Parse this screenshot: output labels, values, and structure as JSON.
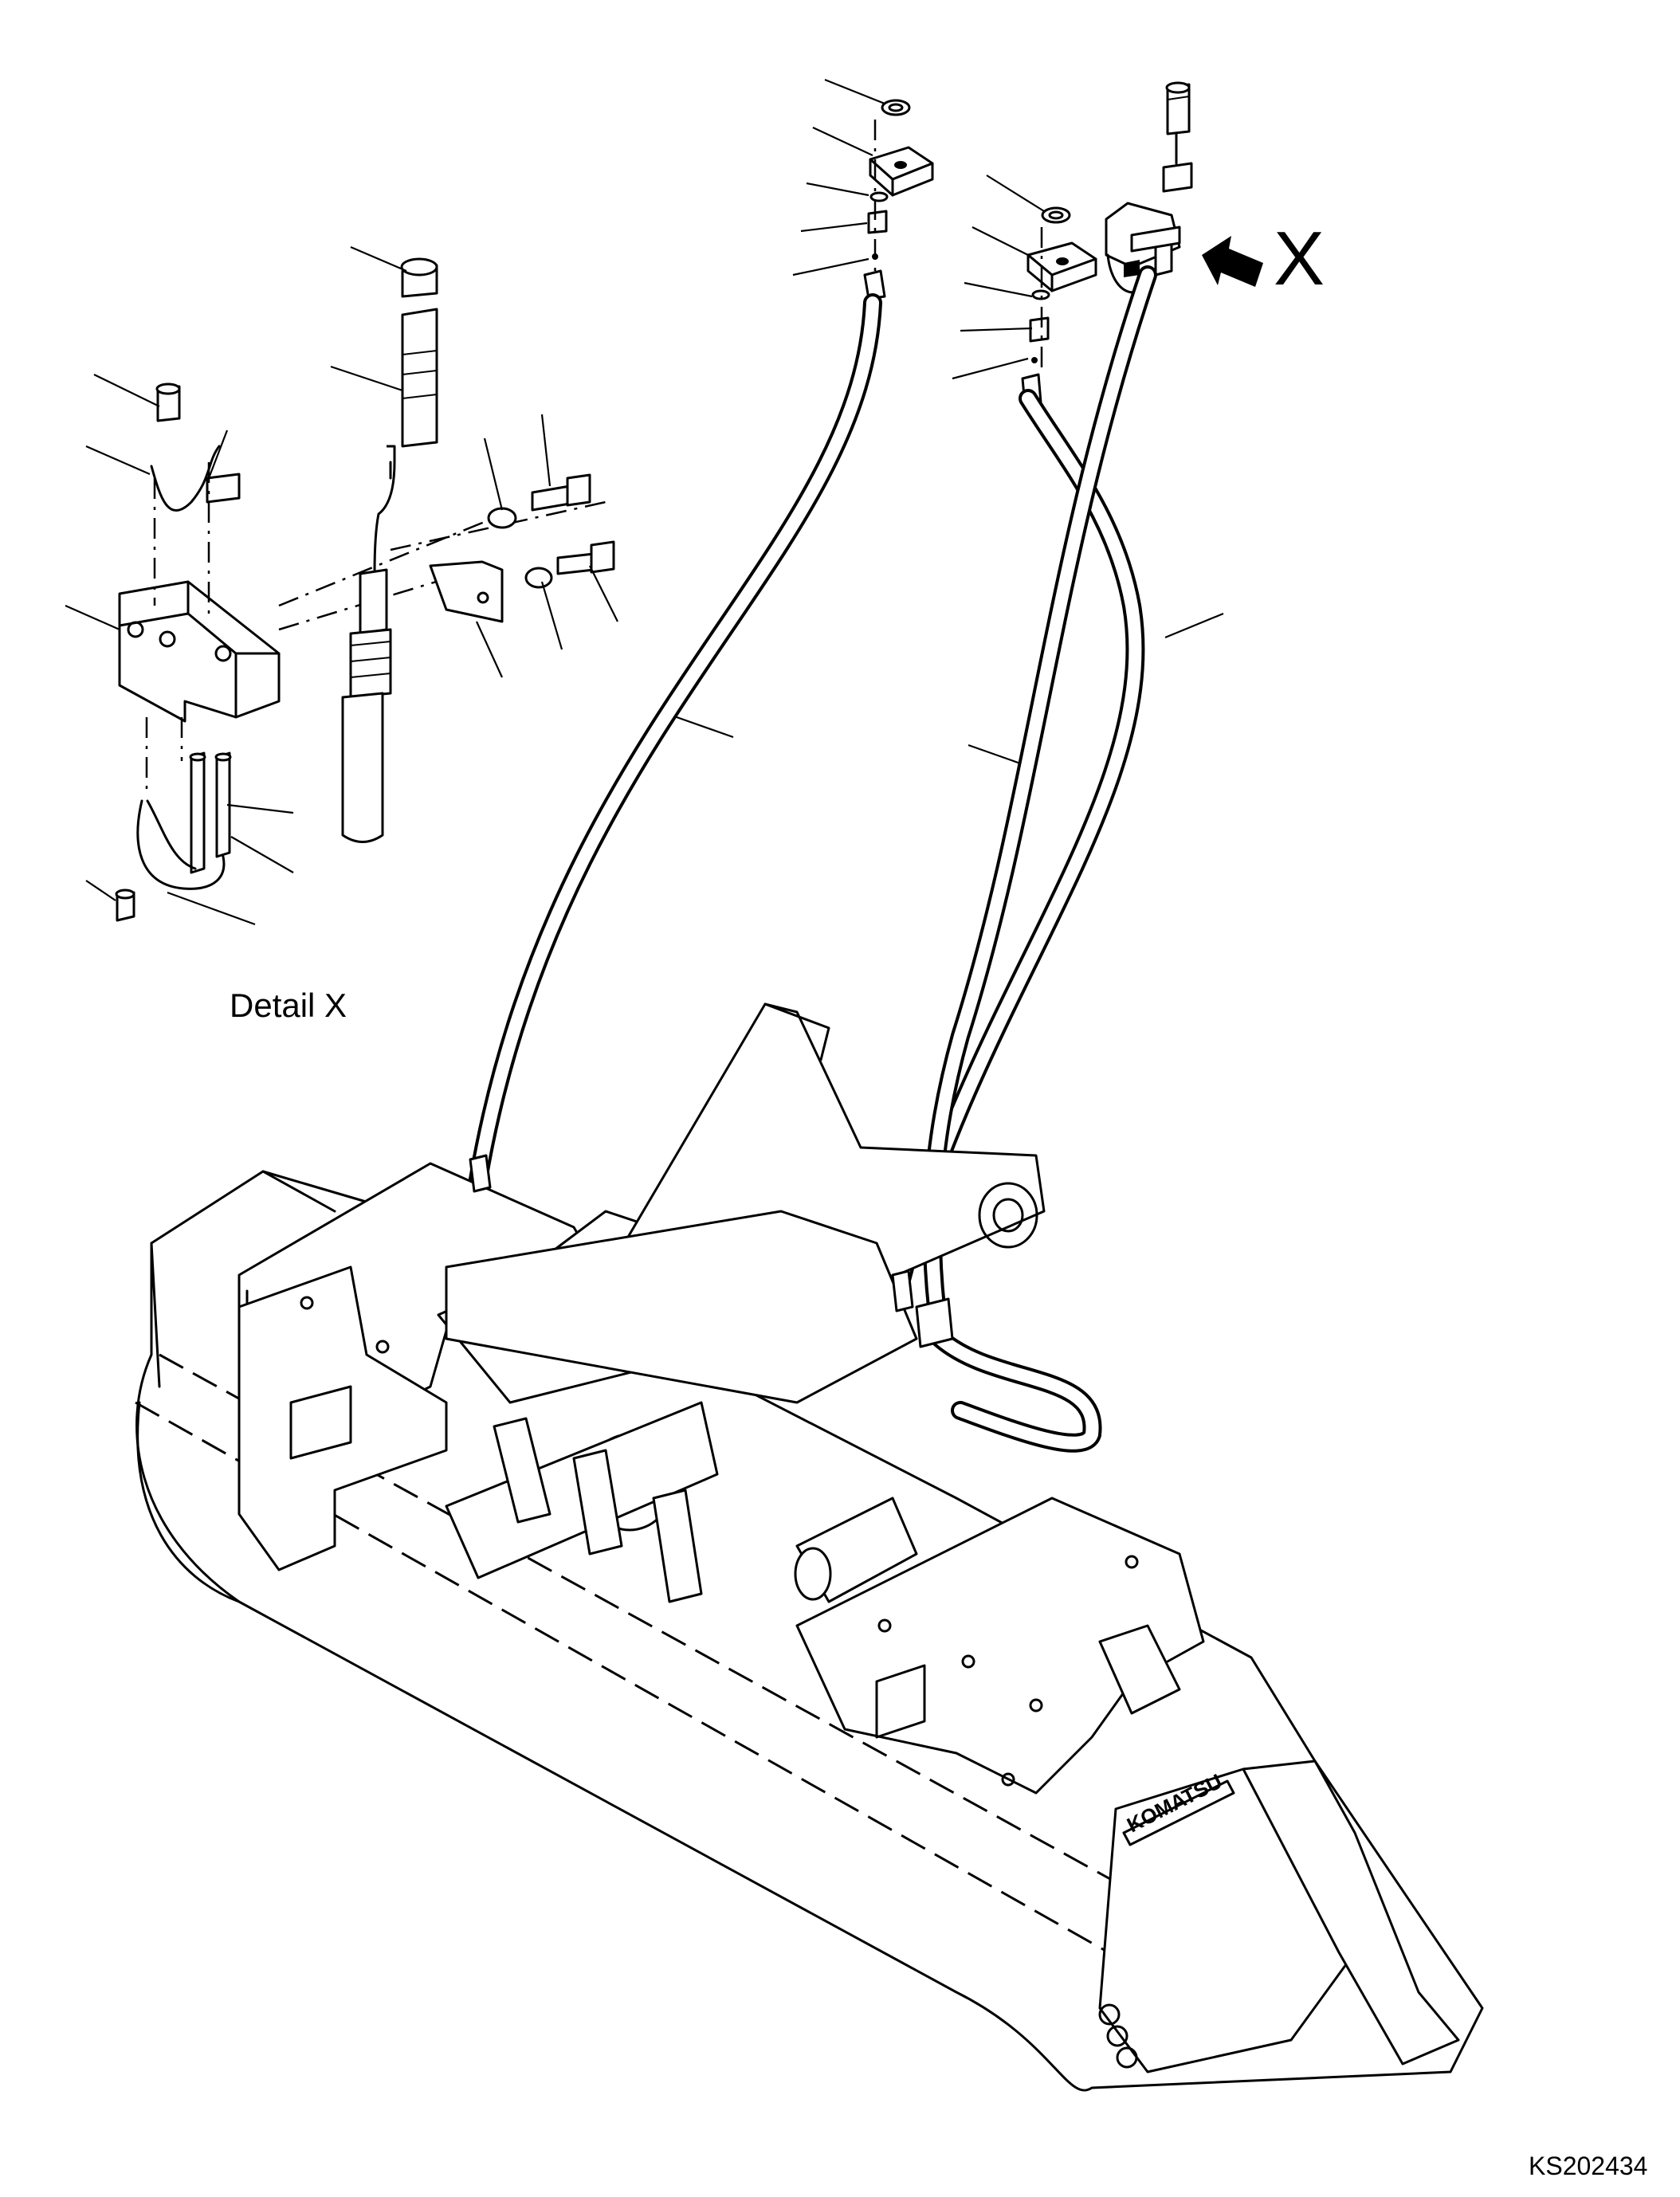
{
  "detail": {
    "label": "Detail X"
  },
  "view_marker": {
    "label": "X"
  },
  "drawing": {
    "code": "KS202434"
  },
  "brand": {
    "text": "KOMATSU"
  },
  "icons": {
    "view_arrow": "arrow-left-icon"
  }
}
